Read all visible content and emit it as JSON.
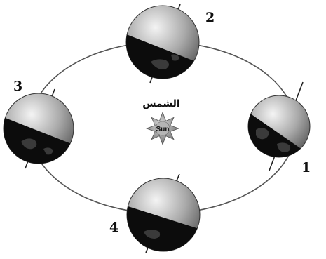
{
  "sun": {
    "arabic_label": "الشمس",
    "word": "Sun"
  },
  "positions": [
    {
      "number": "1"
    },
    {
      "number": "2"
    },
    {
      "number": "3"
    },
    {
      "number": "4"
    }
  ],
  "colors": {
    "orbit": "#555555",
    "earth_dark": "#0c0c0c",
    "earth_light": "#e8e8e8",
    "sun_fill": "#9a9a9a"
  }
}
